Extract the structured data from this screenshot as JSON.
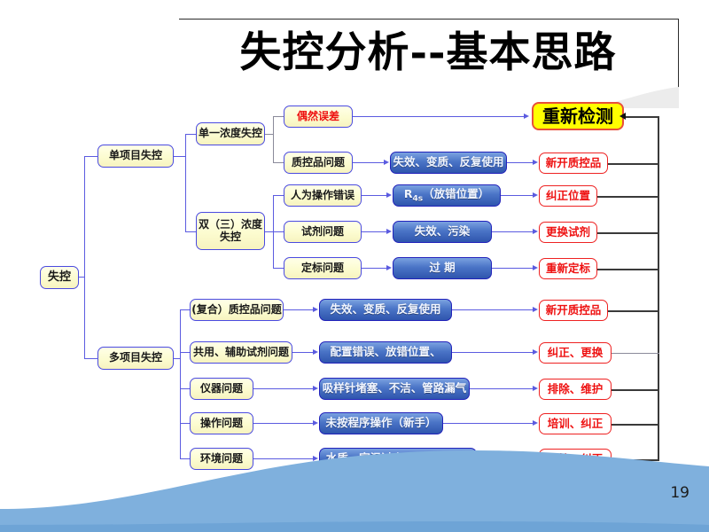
{
  "slide": {
    "title": "失控分析--基本思路",
    "number": "19",
    "background_color": "#ffffff",
    "accent_color": "#7fb0dd"
  },
  "root": {
    "label": "失控"
  },
  "branches": [
    {
      "label": "单项目失控"
    },
    {
      "label": "多项目失控"
    }
  ],
  "subbranches": [
    {
      "label": "单一浓度失控"
    },
    {
      "label": "双（三）浓度\n失控"
    }
  ],
  "causes": [
    {
      "label": "偶然误差",
      "style": "red-text"
    },
    {
      "label": "质控品问题",
      "style": "plain"
    },
    {
      "label": "人为操作错误",
      "style": "plain"
    },
    {
      "label": "试剂问题",
      "style": "plain"
    },
    {
      "label": "定标问题",
      "style": "plain"
    },
    {
      "label": "(复合）质控品问题",
      "style": "plain"
    },
    {
      "label": "共用、辅助试剂问题",
      "style": "plain"
    },
    {
      "label": "仪器问题",
      "style": "plain"
    },
    {
      "label": "操作问题",
      "style": "plain"
    },
    {
      "label": "环境问题",
      "style": "plain"
    }
  ],
  "details": [
    {
      "label": ""
    },
    {
      "label": "失效、变质、反复使用"
    },
    {
      "label": "R4s（放错位置）",
      "has_subscript": true,
      "base": "R",
      "sub": "4s",
      "rest": "（放错位置）"
    },
    {
      "label": "失效、污染"
    },
    {
      "label": "过  期"
    },
    {
      "label": "失效、变质、反复使用"
    },
    {
      "label": "配置错误、放错位置、"
    },
    {
      "label": "吸样针堵塞、不洁、管路漏气"
    },
    {
      "label": "未按程序操作（新手）"
    },
    {
      "label": "水质、室温过高、湿度不够、"
    }
  ],
  "actions": [
    {
      "label": "重新检测",
      "kind": "highlight"
    },
    {
      "label": "新开质控品",
      "kind": "action"
    },
    {
      "label": "纠正位置",
      "kind": "action"
    },
    {
      "label": "更换试剂",
      "kind": "action"
    },
    {
      "label": "重新定标",
      "kind": "action"
    },
    {
      "label": "新开质控品",
      "kind": "action"
    },
    {
      "label": "纠正、更换",
      "kind": "action"
    },
    {
      "label": "排除、维护",
      "kind": "action"
    },
    {
      "label": "培训、纠正",
      "kind": "action"
    },
    {
      "label": "监控、纠正",
      "kind": "action"
    }
  ],
  "colors": {
    "cause_box_fill": "#fcfcd0",
    "cause_box_border": "#4a4ae0",
    "detail_box_fill": "#4a74c6",
    "detail_box_border": "#2222bb",
    "action_box_border": "#ee2222",
    "action_text": "#ee1111",
    "highlight_fill": "#ffff00",
    "highlight_border": "#e8503a",
    "connector": "#5b5be0",
    "feedback_line": "#3a3a3a"
  }
}
